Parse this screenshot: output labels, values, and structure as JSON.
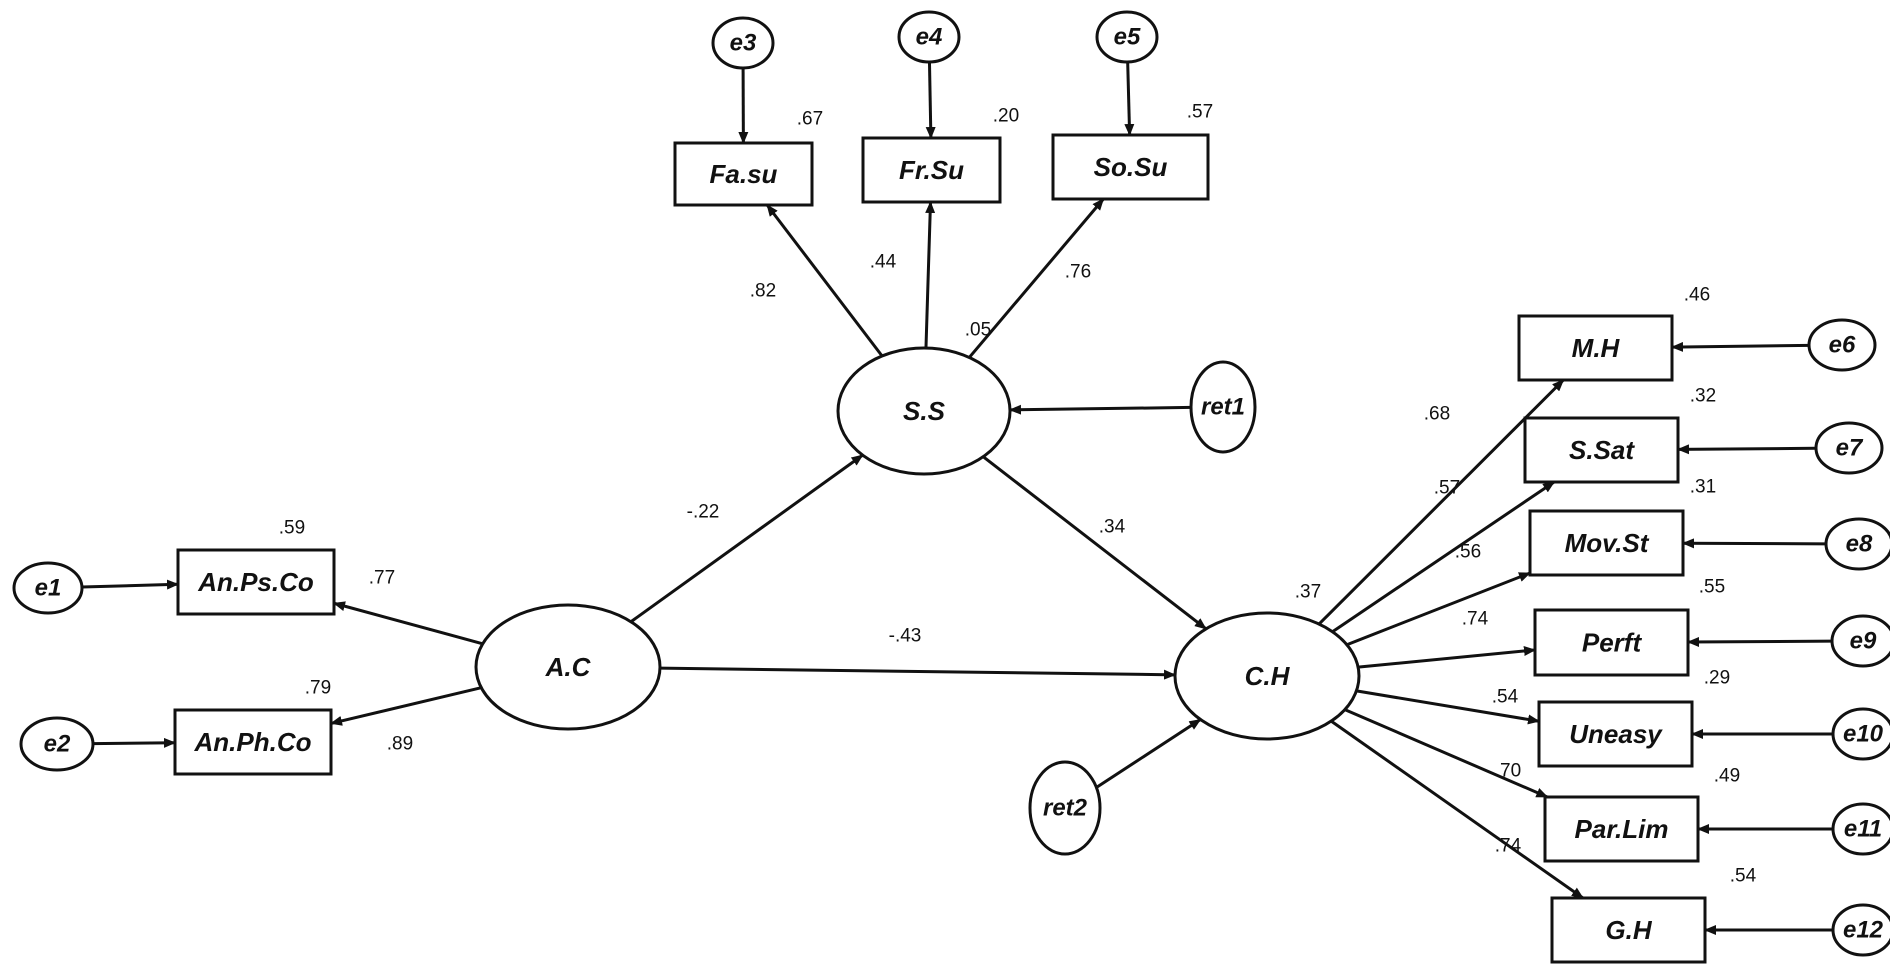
{
  "diagram": {
    "type": "structural-equation-model",
    "nodes": [
      {
        "id": "e1",
        "label": "e1",
        "kind": "error"
      },
      {
        "id": "e2",
        "label": "e2",
        "kind": "error"
      },
      {
        "id": "AnPsCo",
        "label": "An.Ps.Co",
        "kind": "observed",
        "r2": ".59"
      },
      {
        "id": "AnPhCo",
        "label": "An.Ph.Co",
        "kind": "observed",
        "r2": ".79"
      },
      {
        "id": "AC",
        "label": "A.C",
        "kind": "latent"
      },
      {
        "id": "SS",
        "label": "S.S",
        "kind": "latent",
        "r2": ".05"
      },
      {
        "id": "CH",
        "label": "C.H",
        "kind": "latent",
        "r2": ".37"
      },
      {
        "id": "ret1",
        "label": "ret1",
        "kind": "residual"
      },
      {
        "id": "ret2",
        "label": "ret2",
        "kind": "residual"
      },
      {
        "id": "e3",
        "label": "e3",
        "kind": "error"
      },
      {
        "id": "e4",
        "label": "e4",
        "kind": "error"
      },
      {
        "id": "e5",
        "label": "e5",
        "kind": "error"
      },
      {
        "id": "Fasu",
        "label": "Fa.su",
        "kind": "observed",
        "r2": ".67"
      },
      {
        "id": "FrSu",
        "label": "Fr.Su",
        "kind": "observed",
        "r2": ".20"
      },
      {
        "id": "SoSu",
        "label": "So.Su",
        "kind": "observed",
        "r2": ".57"
      },
      {
        "id": "MH",
        "label": "M.H",
        "kind": "observed",
        "r2": ".46"
      },
      {
        "id": "SSat",
        "label": "S.Sat",
        "kind": "observed",
        "r2": ".32"
      },
      {
        "id": "MovSt",
        "label": "Mov.St",
        "kind": "observed",
        "r2": ".31"
      },
      {
        "id": "Perft",
        "label": "Perft",
        "kind": "observed",
        "r2": ".55"
      },
      {
        "id": "Uneasy",
        "label": "Uneasy",
        "kind": "observed",
        "r2": ".29"
      },
      {
        "id": "ParLim",
        "label": "Par.Lim",
        "kind": "observed",
        "r2": ".49"
      },
      {
        "id": "GH",
        "label": "G.H",
        "kind": "observed",
        "r2": ".54"
      },
      {
        "id": "e6",
        "label": "e6",
        "kind": "error"
      },
      {
        "id": "e7",
        "label": "e7",
        "kind": "error"
      },
      {
        "id": "e8",
        "label": "e8",
        "kind": "error"
      },
      {
        "id": "e9",
        "label": "e9",
        "kind": "error"
      },
      {
        "id": "e10",
        "label": "e10",
        "kind": "error"
      },
      {
        "id": "e11",
        "label": "e11",
        "kind": "error"
      },
      {
        "id": "e12",
        "label": "e12",
        "kind": "error"
      }
    ],
    "edges": [
      {
        "from": "e1",
        "to": "AnPsCo",
        "label": ""
      },
      {
        "from": "e2",
        "to": "AnPhCo",
        "label": ""
      },
      {
        "from": "AC",
        "to": "AnPsCo",
        "label": ".77"
      },
      {
        "from": "AC",
        "to": "AnPhCo",
        "label": ".89"
      },
      {
        "from": "AC",
        "to": "SS",
        "label": "-.22"
      },
      {
        "from": "AC",
        "to": "CH",
        "label": "-.43"
      },
      {
        "from": "SS",
        "to": "CH",
        "label": ".34"
      },
      {
        "from": "ret1",
        "to": "SS",
        "label": ""
      },
      {
        "from": "ret2",
        "to": "CH",
        "label": ""
      },
      {
        "from": "e3",
        "to": "Fasu",
        "label": ""
      },
      {
        "from": "e4",
        "to": "FrSu",
        "label": ""
      },
      {
        "from": "e5",
        "to": "SoSu",
        "label": ""
      },
      {
        "from": "SS",
        "to": "Fasu",
        "label": ".82"
      },
      {
        "from": "SS",
        "to": "FrSu",
        "label": ".44"
      },
      {
        "from": "SS",
        "to": "SoSu",
        "label": ".76"
      },
      {
        "from": "CH",
        "to": "MH",
        "label": ".68"
      },
      {
        "from": "CH",
        "to": "SSat",
        "label": ".57"
      },
      {
        "from": "CH",
        "to": "MovSt",
        "label": ".56"
      },
      {
        "from": "CH",
        "to": "Perft",
        "label": ".74"
      },
      {
        "from": "CH",
        "to": "Uneasy",
        "label": ".54"
      },
      {
        "from": "CH",
        "to": "ParLim",
        "label": ".70"
      },
      {
        "from": "CH",
        "to": "GH",
        "label": ".74"
      },
      {
        "from": "e6",
        "to": "MH",
        "label": ""
      },
      {
        "from": "e7",
        "to": "SSat",
        "label": ""
      },
      {
        "from": "e8",
        "to": "MovSt",
        "label": ""
      },
      {
        "from": "e9",
        "to": "Perft",
        "label": ""
      },
      {
        "from": "e10",
        "to": "Uneasy",
        "label": ""
      },
      {
        "from": "e11",
        "to": "ParLim",
        "label": ""
      },
      {
        "from": "e12",
        "to": "GH",
        "label": ""
      }
    ]
  }
}
